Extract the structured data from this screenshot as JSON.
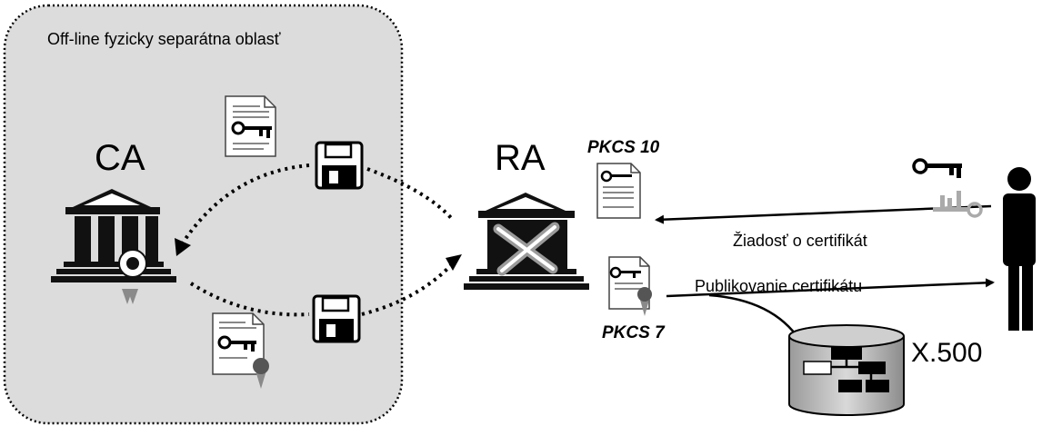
{
  "diagram": {
    "offline_area_label": "Off-line fyzicky separátna oblasť",
    "ca_label": "CA",
    "ra_label": "RA",
    "pkcs10_label": "PKCS 10",
    "pkcs7_label": "PKCS 7",
    "request_label": "Žiadosť o certifikát",
    "publish_label": "Publikovanie certifikátu",
    "directory_label": "X.500"
  },
  "icons": [
    "ca-building-icon",
    "ra-building-icon",
    "floppy-disk-icon",
    "certificate-request-icon",
    "signed-certificate-icon",
    "key-pair-icon",
    "person-icon",
    "x500-directory-icon"
  ]
}
